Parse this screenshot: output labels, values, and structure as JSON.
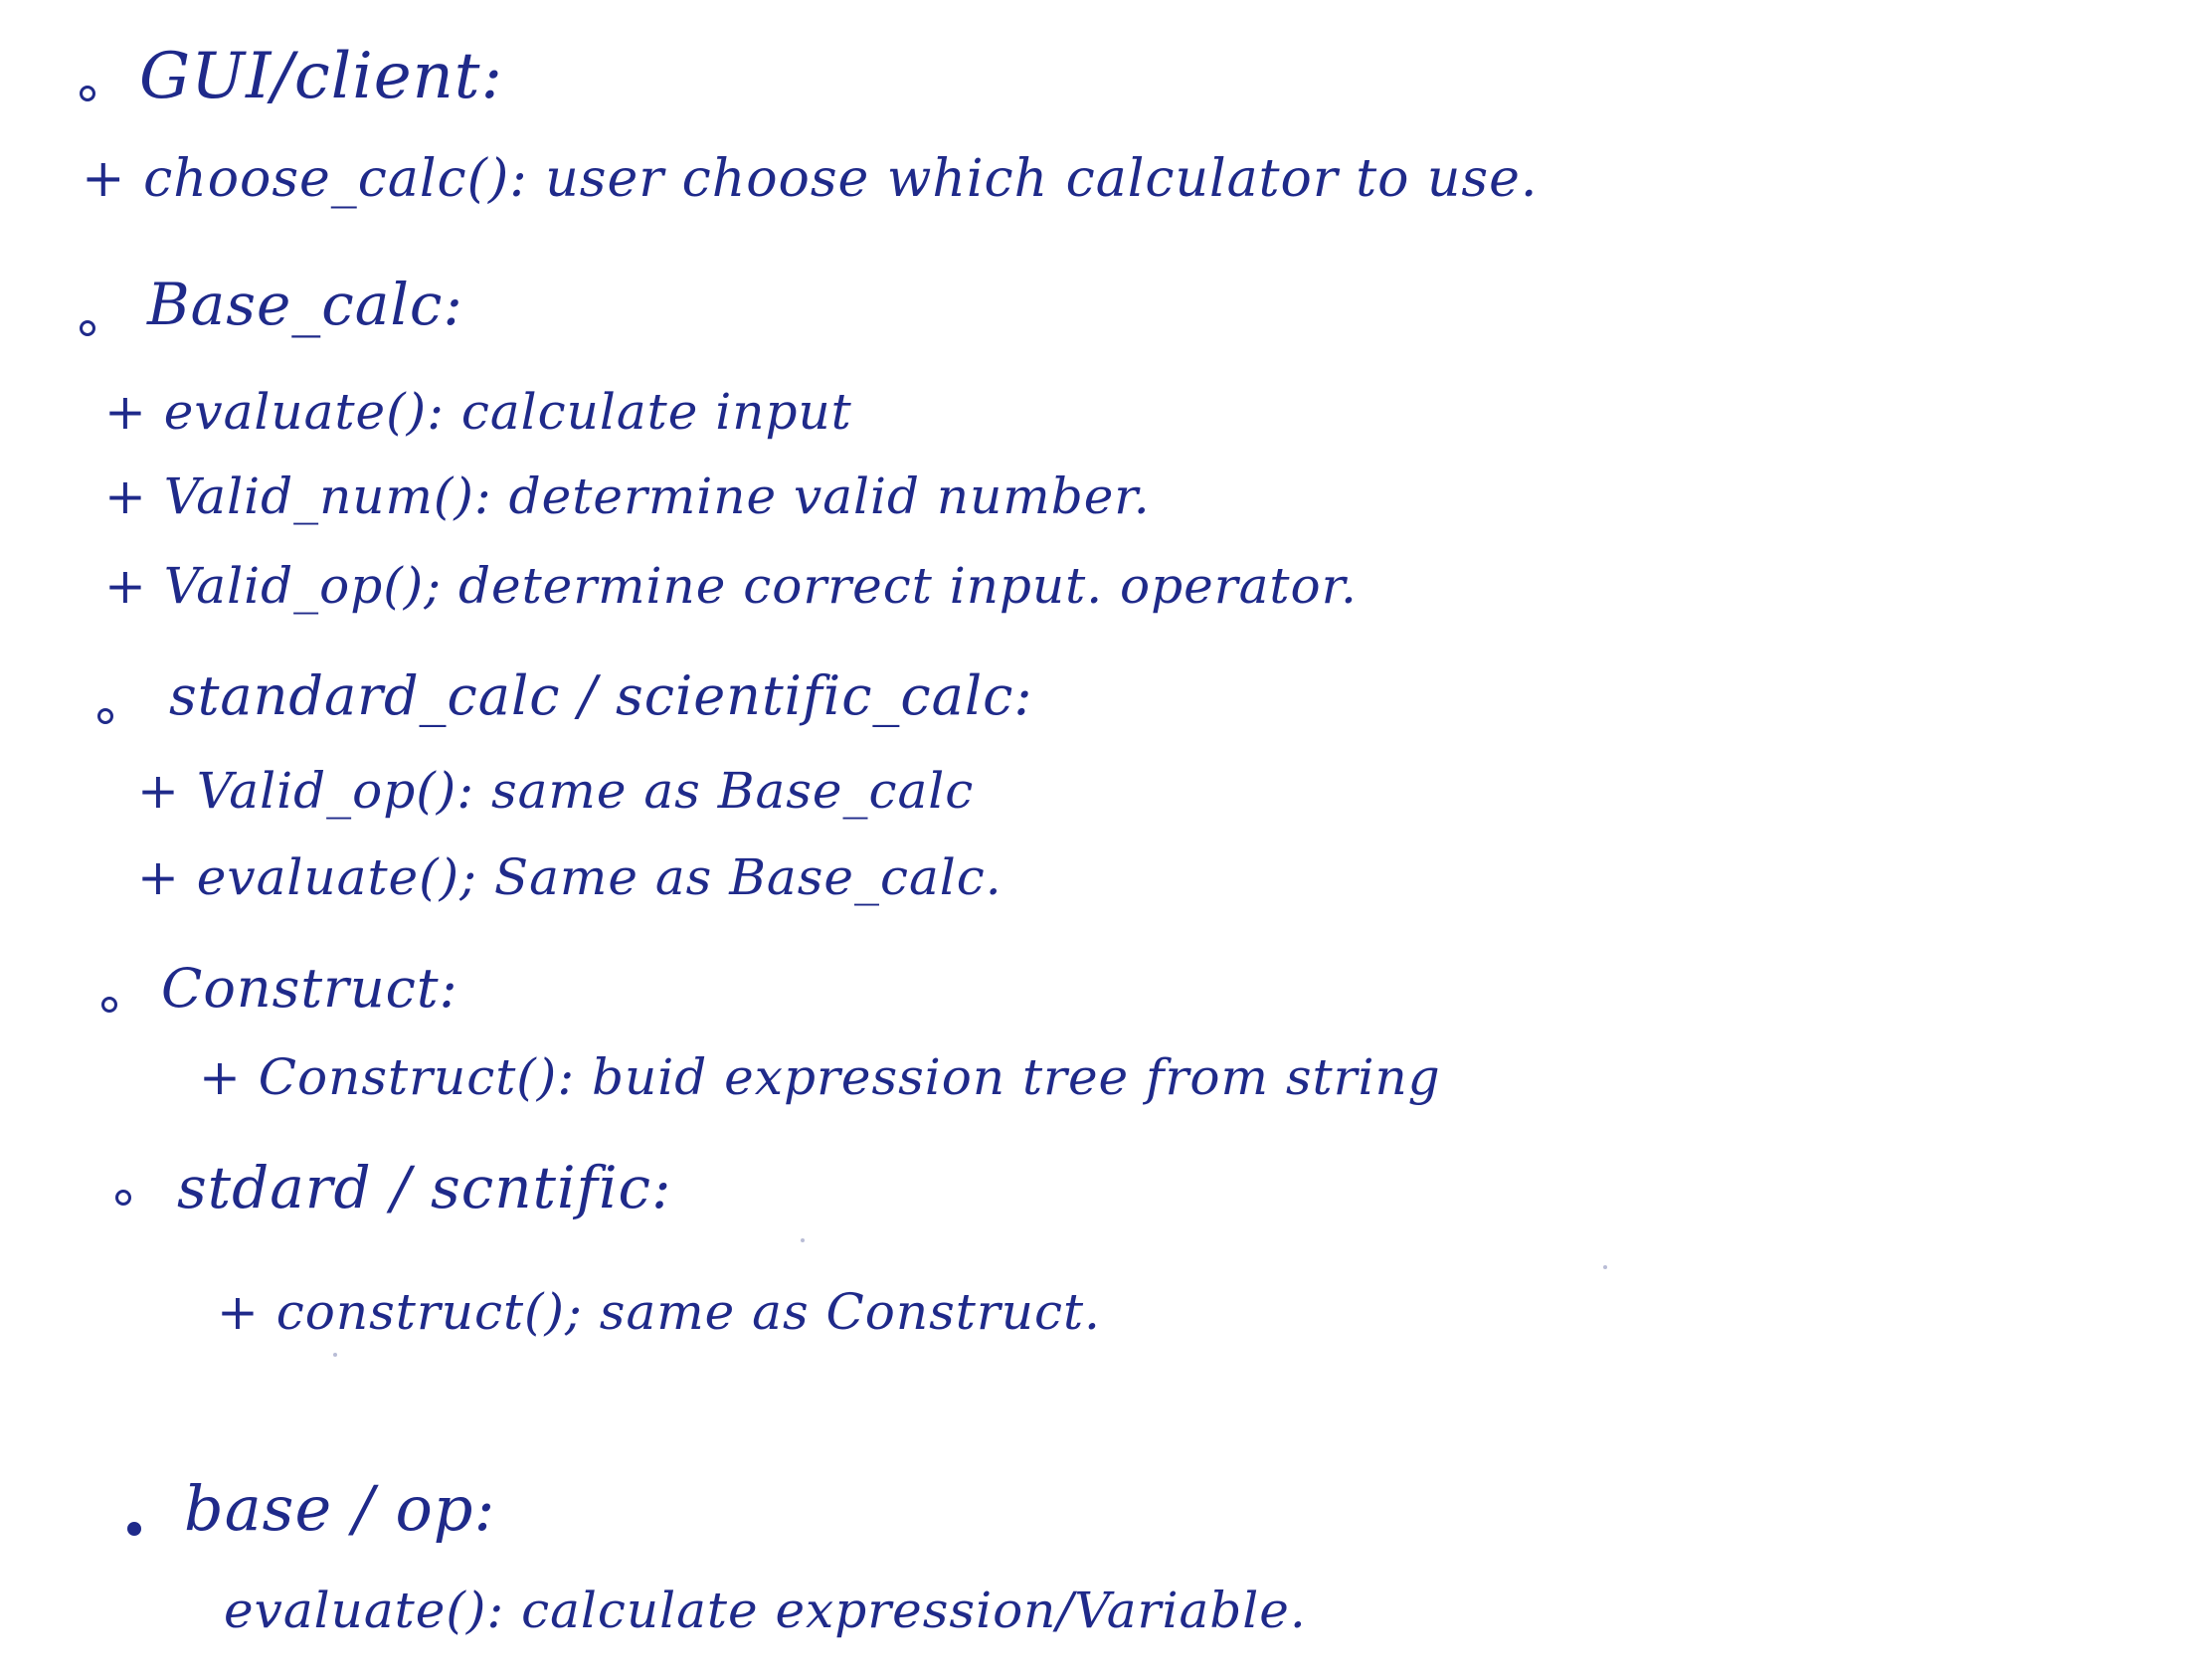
{
  "sections": [
    {
      "heading": "GUI/client:",
      "entries": [
        "+ choose_calc(): user choose which calculator to use."
      ]
    },
    {
      "heading": "Base_calc:",
      "entries": [
        "+ evaluate(): calculate input",
        "+ Valid_num(): determine valid number.",
        "+ Valid_op(); determine correct input. operator."
      ]
    },
    {
      "heading": "standard_calc / scientific_calc:",
      "entries": [
        "+ Valid_op(): same as Base_calc",
        "+ evaluate(); Same as Base_calc."
      ]
    },
    {
      "heading": "Construct:",
      "entries": [
        "+ Construct(): buid expression tree from string"
      ]
    },
    {
      "heading": "stdard / scntific:",
      "entries": [
        "+ construct(); same as Construct."
      ]
    },
    {
      "heading": "base / op:",
      "entries": [
        "evaluate(): calculate expression/Variable."
      ]
    }
  ]
}
